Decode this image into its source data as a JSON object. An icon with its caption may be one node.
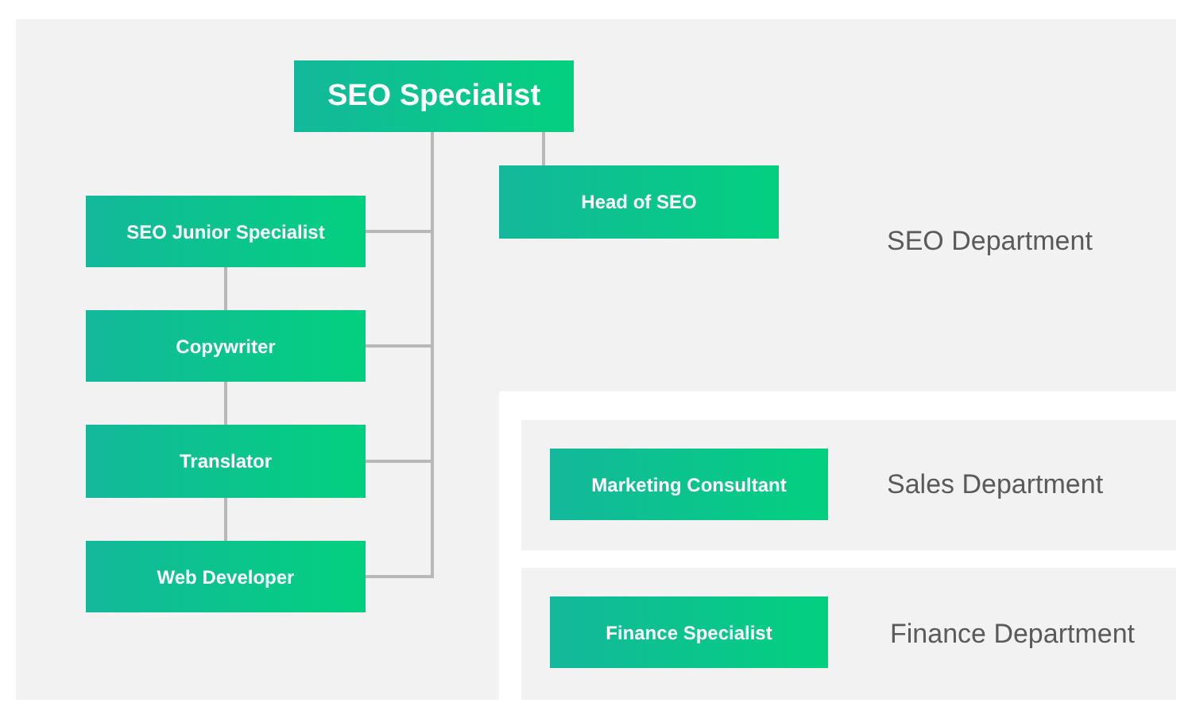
{
  "diagram": {
    "nodes": [
      {
        "text": [
          "SEO Department"
        ]
      },
      {
        "text": [
          "SEO Specialist"
        ],
        "in": 0
      },
      {
        "text": [
          "Head of SEO"
        ],
        "in": 0
      },
      {
        "text": [
          "SEO Junior Specialist"
        ],
        "in": 0
      },
      {
        "text": [
          "Copywriter"
        ],
        "in": 0
      },
      {
        "text": [
          "Translator"
        ],
        "in": 0
      },
      {
        "text": [
          "Web Developer"
        ],
        "in": 0
      },
      {
        "text": [
          "Sales Department"
        ]
      },
      {
        "text": [
          "Marketing Consultant"
        ],
        "in": 7
      },
      {
        "text": [
          "Finance Department"
        ]
      },
      {
        "text": [
          "Finance Specialist"
        ],
        "in": 9
      }
    ],
    "edges": [
      {
        "from": 1,
        "to": 2,
        "arrow": "none"
      },
      {
        "from": 1,
        "to": 3,
        "arrow": "none"
      },
      {
        "from": 1,
        "to": 4,
        "arrow": "none"
      },
      {
        "from": 1,
        "to": 5,
        "arrow": "none"
      },
      {
        "from": 1,
        "to": 6,
        "arrow": "none"
      },
      {
        "from": 3,
        "to": 4,
        "arrow": "none"
      },
      {
        "from": 4,
        "to": 5,
        "arrow": "none"
      },
      {
        "from": 5,
        "to": 6,
        "arrow": "none"
      }
    ]
  }
}
